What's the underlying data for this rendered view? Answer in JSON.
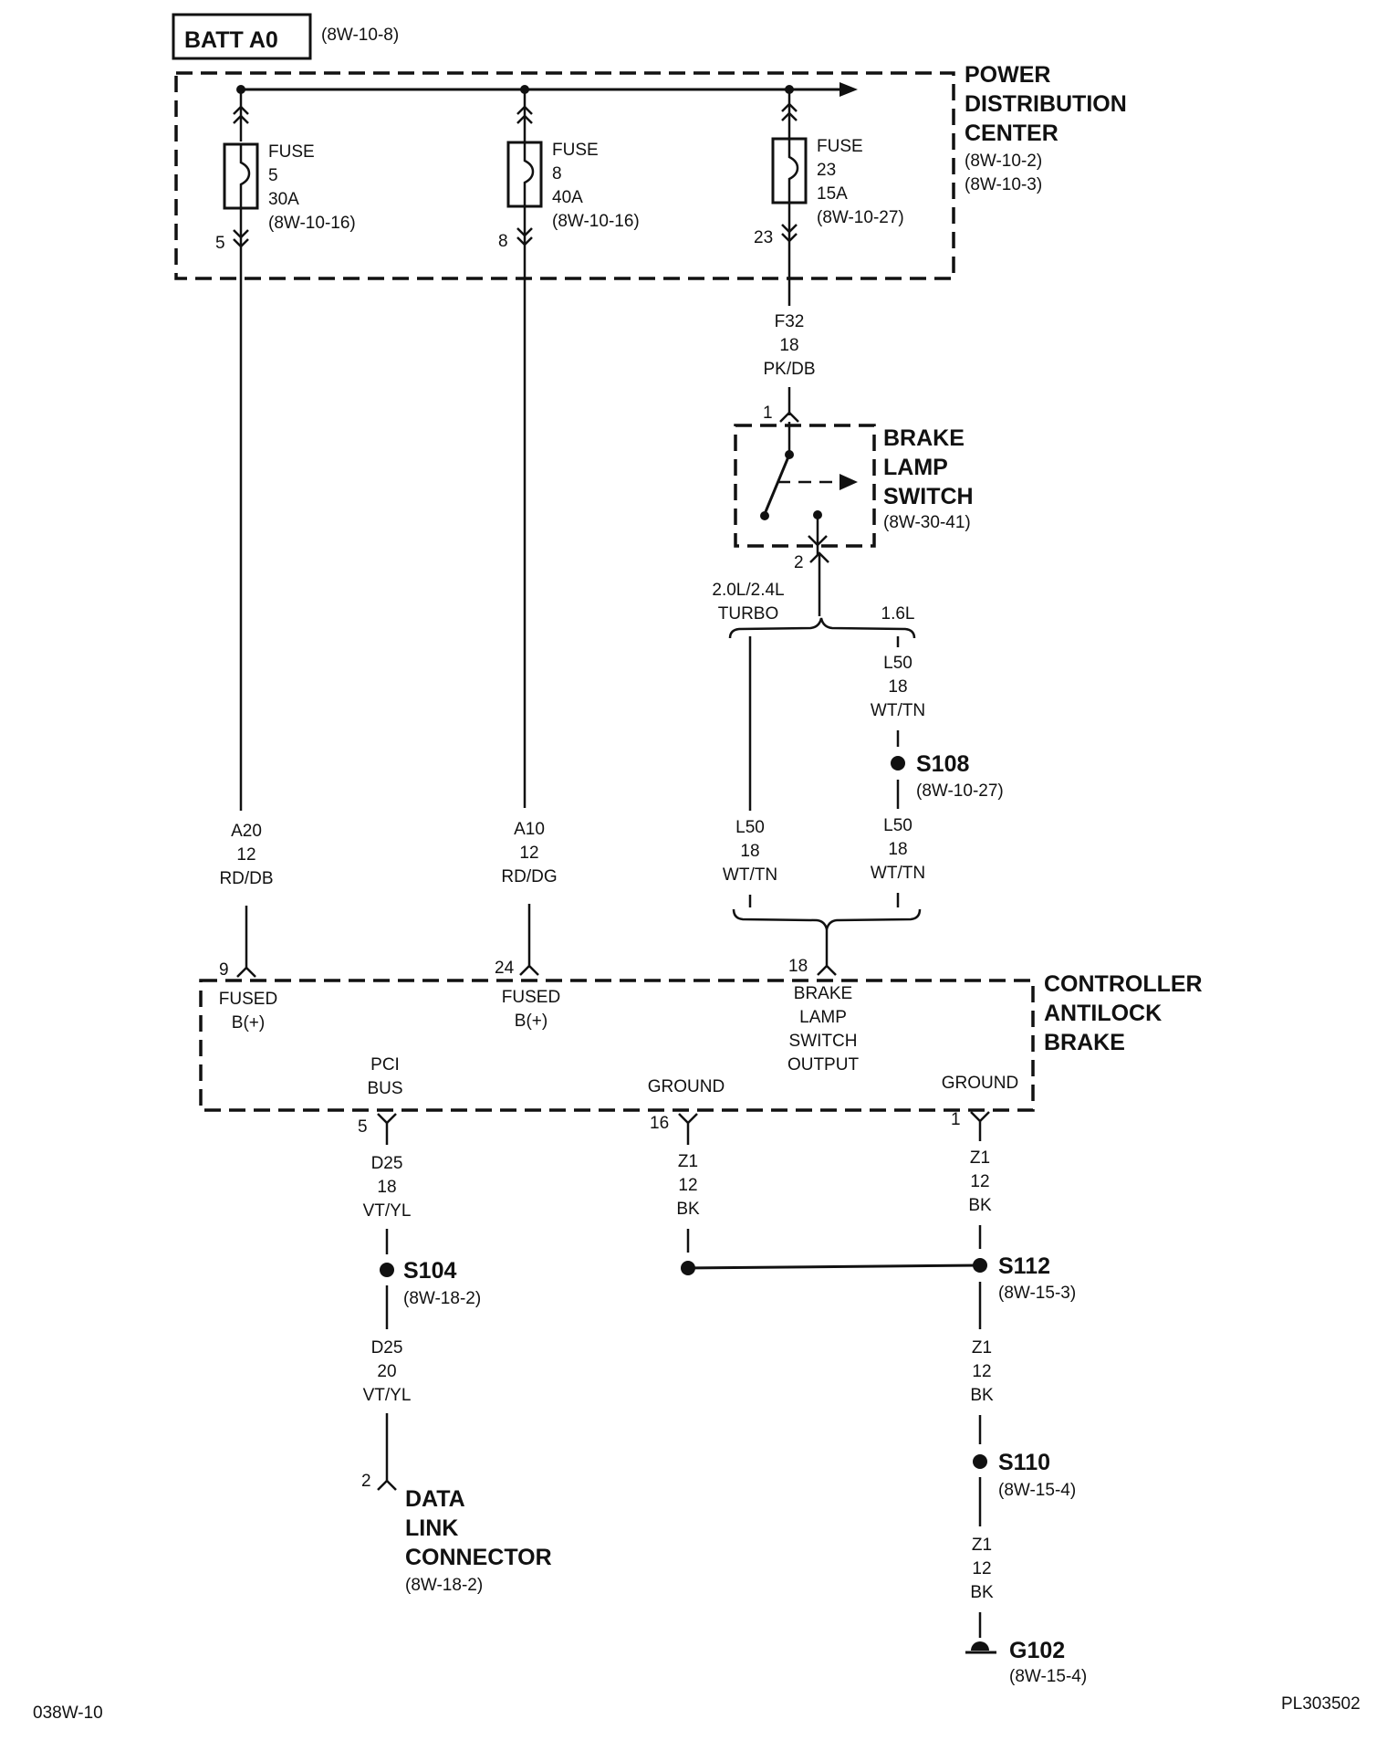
{
  "battery": {
    "label": "BATT A0",
    "ref": "(8W-10-8)"
  },
  "pdc": {
    "title": [
      "POWER",
      "DISTRIBUTION",
      "CENTER"
    ],
    "refs": [
      "(8W-10-2)",
      "(8W-10-3)"
    ],
    "fuses": [
      {
        "word": "FUSE",
        "num": "5",
        "amp": "30A",
        "ref": "(8W-10-16)",
        "pin": "5"
      },
      {
        "word": "FUSE",
        "num": "8",
        "amp": "40A",
        "ref": "(8W-10-16)",
        "pin": "8"
      },
      {
        "word": "FUSE",
        "num": "23",
        "amp": "15A",
        "ref": "(8W-10-27)",
        "pin": "23"
      }
    ]
  },
  "wires": {
    "f32": [
      "F32",
      "18",
      "PK/DB"
    ],
    "a20": [
      "A20",
      "12",
      "RD/DB"
    ],
    "a10": [
      "A10",
      "12",
      "RD/DG"
    ],
    "l50_right_upper": [
      "L50",
      "18",
      "WT/TN"
    ],
    "l50_left": [
      "L50",
      "18",
      "WT/TN"
    ],
    "l50_right_lower": [
      "L50",
      "18",
      "WT/TN"
    ],
    "d25_upper": [
      "D25",
      "18",
      "VT/YL"
    ],
    "d25_lower": [
      "D25",
      "20",
      "VT/YL"
    ],
    "z1_left": [
      "Z1",
      "12",
      "BK"
    ],
    "z1_right_upper": [
      "Z1",
      "12",
      "BK"
    ],
    "z1_right_mid": [
      "Z1",
      "12",
      "BK"
    ],
    "z1_right_lower": [
      "Z1",
      "12",
      "BK"
    ]
  },
  "brake_switch": {
    "title": [
      "BRAKE",
      "LAMP",
      "SWITCH"
    ],
    "ref": "(8W-30-41)",
    "pin_in": "1",
    "pin_out": "2"
  },
  "branch": {
    "left": [
      "2.0L/2.4L",
      "TURBO"
    ],
    "right": "1.6L"
  },
  "splices": {
    "s108": {
      "label": "S108",
      "ref": "(8W-10-27)"
    },
    "s104": {
      "label": "S104",
      "ref": "(8W-18-2)"
    },
    "s112": {
      "label": "S112",
      "ref": "(8W-15-3)"
    },
    "s110": {
      "label": "S110",
      "ref": "(8W-15-4)"
    }
  },
  "cab": {
    "title": [
      "CONTROLLER",
      "ANTILOCK",
      "BRAKE"
    ],
    "pins": {
      "p9": {
        "pin": "9",
        "text": [
          "FUSED",
          "B(+)"
        ]
      },
      "p24": {
        "pin": "24",
        "text": [
          "FUSED",
          "B(+)"
        ]
      },
      "p18": {
        "pin": "18",
        "text": [
          "BRAKE",
          "LAMP",
          "SWITCH",
          "OUTPUT"
        ]
      },
      "p5": {
        "pin": "5",
        "text": [
          "PCI",
          "BUS"
        ]
      },
      "p16": {
        "pin": "16",
        "text": [
          "GROUND"
        ]
      },
      "p1": {
        "pin": "1",
        "text": [
          "GROUND"
        ]
      }
    }
  },
  "dlc": {
    "pin": "2",
    "title": [
      "DATA",
      "LINK",
      "CONNECTOR"
    ],
    "ref": "(8W-18-2)"
  },
  "ground": {
    "label": "G102",
    "ref": "(8W-15-4)"
  },
  "footer": {
    "left": "038W-10",
    "right": "PL303502"
  }
}
